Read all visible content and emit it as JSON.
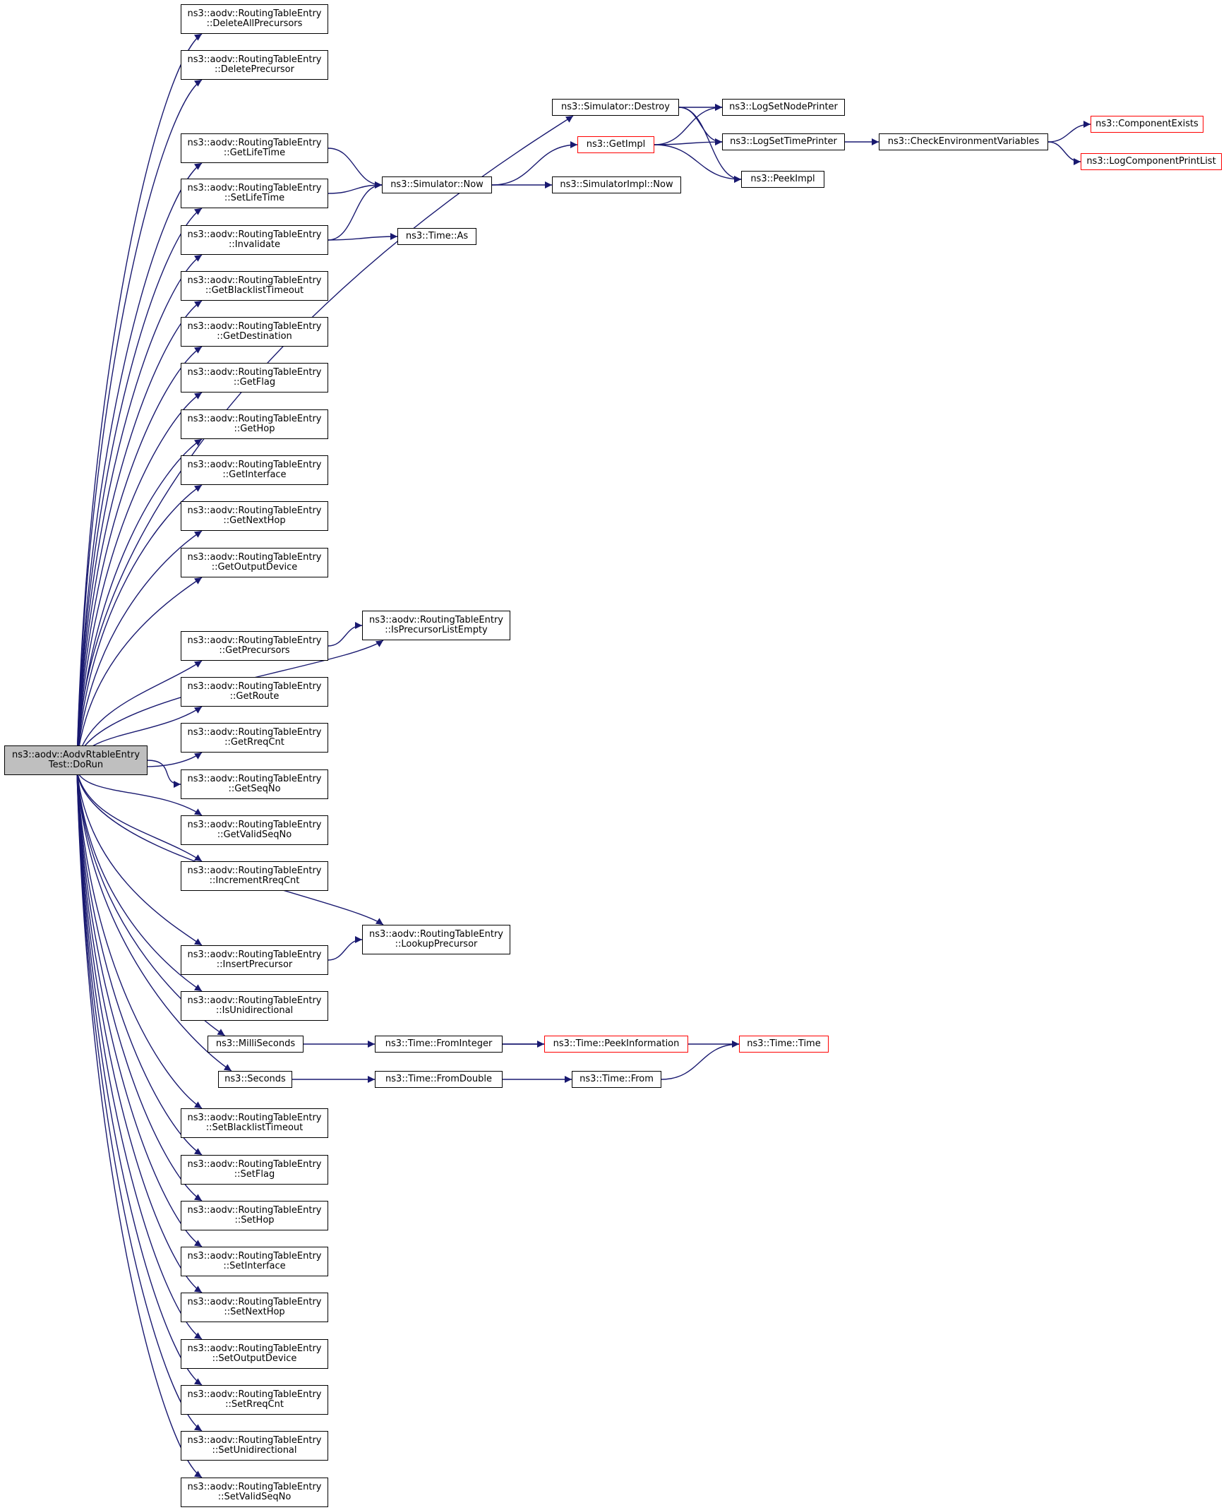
{
  "colors": {
    "edge": "#191970",
    "root_fill": "#bfbfbf",
    "truncated_border": "#ff0000",
    "border": "#000000"
  },
  "nodes": {
    "root": {
      "lines": [
        "ns3::aodv::AodvRtableEntry",
        "Test::DoRun"
      ],
      "style": "root"
    },
    "delAll": {
      "lines": [
        "ns3::aodv::RoutingTableEntry",
        "::DeleteAllPrecursors"
      ]
    },
    "delPre": {
      "lines": [
        "ns3::aodv::RoutingTableEntry",
        "::DeletePrecursor"
      ]
    },
    "simDestroy": {
      "lines": [
        "ns3::Simulator::Destroy"
      ]
    },
    "getLife": {
      "lines": [
        "ns3::aodv::RoutingTableEntry",
        "::GetLifeTime"
      ]
    },
    "setLife": {
      "lines": [
        "ns3::aodv::RoutingTableEntry",
        "::SetLifeTime"
      ]
    },
    "invalidate": {
      "lines": [
        "ns3::aodv::RoutingTableEntry",
        "::Invalidate"
      ]
    },
    "simNow": {
      "lines": [
        "ns3::Simulator::Now"
      ]
    },
    "timeAs": {
      "lines": [
        "ns3::Time::As"
      ]
    },
    "getImpl": {
      "lines": [
        "ns3::GetImpl"
      ],
      "style": "truncated"
    },
    "simImplNow": {
      "lines": [
        "ns3::SimulatorImpl::Now"
      ]
    },
    "logNode": {
      "lines": [
        "ns3::LogSetNodePrinter"
      ]
    },
    "logTime": {
      "lines": [
        "ns3::LogSetTimePrinter"
      ]
    },
    "peekImpl": {
      "lines": [
        "ns3::PeekImpl"
      ]
    },
    "checkEnv": {
      "lines": [
        "ns3::CheckEnvironmentVariables"
      ]
    },
    "compExists": {
      "lines": [
        "ns3::ComponentExists"
      ],
      "style": "truncated"
    },
    "logCompList": {
      "lines": [
        "ns3::LogComponentPrintList"
      ],
      "style": "truncated"
    },
    "getBlack": {
      "lines": [
        "ns3::aodv::RoutingTableEntry",
        "::GetBlacklistTimeout"
      ]
    },
    "getDest": {
      "lines": [
        "ns3::aodv::RoutingTableEntry",
        "::GetDestination"
      ]
    },
    "getFlag": {
      "lines": [
        "ns3::aodv::RoutingTableEntry",
        "::GetFlag"
      ]
    },
    "getHop": {
      "lines": [
        "ns3::aodv::RoutingTableEntry",
        "::GetHop"
      ]
    },
    "getIface": {
      "lines": [
        "ns3::aodv::RoutingTableEntry",
        "::GetInterface"
      ]
    },
    "getNext": {
      "lines": [
        "ns3::aodv::RoutingTableEntry",
        "::GetNextHop"
      ]
    },
    "getOut": {
      "lines": [
        "ns3::aodv::RoutingTableEntry",
        "::GetOutputDevice"
      ]
    },
    "isPreEmpty": {
      "lines": [
        "ns3::aodv::RoutingTableEntry",
        "::IsPrecursorListEmpty"
      ]
    },
    "getPre": {
      "lines": [
        "ns3::aodv::RoutingTableEntry",
        "::GetPrecursors"
      ]
    },
    "getRoute": {
      "lines": [
        "ns3::aodv::RoutingTableEntry",
        "::GetRoute"
      ]
    },
    "getRreq": {
      "lines": [
        "ns3::aodv::RoutingTableEntry",
        "::GetRreqCnt"
      ]
    },
    "getSeq": {
      "lines": [
        "ns3::aodv::RoutingTableEntry",
        "::GetSeqNo"
      ]
    },
    "getValidSeq": {
      "lines": [
        "ns3::aodv::RoutingTableEntry",
        "::GetValidSeqNo"
      ]
    },
    "incRreq": {
      "lines": [
        "ns3::aodv::RoutingTableEntry",
        "::IncrementRreqCnt"
      ]
    },
    "lookupPre": {
      "lines": [
        "ns3::aodv::RoutingTableEntry",
        "::LookupPrecursor"
      ]
    },
    "insertPre": {
      "lines": [
        "ns3::aodv::RoutingTableEntry",
        "::InsertPrecursor"
      ]
    },
    "isUni": {
      "lines": [
        "ns3::aodv::RoutingTableEntry",
        "::IsUnidirectional"
      ]
    },
    "milli": {
      "lines": [
        "ns3::MilliSeconds"
      ]
    },
    "fromInt": {
      "lines": [
        "ns3::Time::FromInteger"
      ]
    },
    "peekInfo": {
      "lines": [
        "ns3::Time::PeekInformation"
      ],
      "style": "truncated"
    },
    "timeTime": {
      "lines": [
        "ns3::Time::Time"
      ],
      "style": "truncated"
    },
    "seconds": {
      "lines": [
        "ns3::Seconds"
      ]
    },
    "fromDbl": {
      "lines": [
        "ns3::Time::FromDouble"
      ]
    },
    "timeFrom": {
      "lines": [
        "ns3::Time::From"
      ]
    },
    "setBlack": {
      "lines": [
        "ns3::aodv::RoutingTableEntry",
        "::SetBlacklistTimeout"
      ]
    },
    "setFlag": {
      "lines": [
        "ns3::aodv::RoutingTableEntry",
        "::SetFlag"
      ]
    },
    "setHop": {
      "lines": [
        "ns3::aodv::RoutingTableEntry",
        "::SetHop"
      ]
    },
    "setIface": {
      "lines": [
        "ns3::aodv::RoutingTableEntry",
        "::SetInterface"
      ]
    },
    "setNext": {
      "lines": [
        "ns3::aodv::RoutingTableEntry",
        "::SetNextHop"
      ]
    },
    "setOut": {
      "lines": [
        "ns3::aodv::RoutingTableEntry",
        "::SetOutputDevice"
      ]
    },
    "setRreq": {
      "lines": [
        "ns3::aodv::RoutingTableEntry",
        "::SetRreqCnt"
      ]
    },
    "setUni": {
      "lines": [
        "ns3::aodv::RoutingTableEntry",
        "::SetUnidirectional"
      ]
    },
    "setValidSeq": {
      "lines": [
        "ns3::aodv::RoutingTableEntry",
        "::SetValidSeqNo"
      ]
    }
  },
  "edges": [
    [
      "root",
      "delAll"
    ],
    [
      "root",
      "delPre"
    ],
    [
      "root",
      "simDestroy"
    ],
    [
      "root",
      "getLife"
    ],
    [
      "root",
      "setLife"
    ],
    [
      "root",
      "invalidate"
    ],
    [
      "root",
      "getBlack"
    ],
    [
      "root",
      "getDest"
    ],
    [
      "root",
      "getFlag"
    ],
    [
      "root",
      "getHop"
    ],
    [
      "root",
      "getIface"
    ],
    [
      "root",
      "getNext"
    ],
    [
      "root",
      "getOut"
    ],
    [
      "root",
      "isPreEmpty"
    ],
    [
      "root",
      "getPre"
    ],
    [
      "root",
      "getRoute"
    ],
    [
      "root",
      "getRreq"
    ],
    [
      "root",
      "getSeq"
    ],
    [
      "root",
      "getValidSeq"
    ],
    [
      "root",
      "incRreq"
    ],
    [
      "root",
      "lookupPre"
    ],
    [
      "root",
      "insertPre"
    ],
    [
      "root",
      "isUni"
    ],
    [
      "root",
      "milli"
    ],
    [
      "root",
      "seconds"
    ],
    [
      "root",
      "setBlack"
    ],
    [
      "root",
      "setFlag"
    ],
    [
      "root",
      "setHop"
    ],
    [
      "root",
      "setIface"
    ],
    [
      "root",
      "setNext"
    ],
    [
      "root",
      "setOut"
    ],
    [
      "root",
      "setRreq"
    ],
    [
      "root",
      "setUni"
    ],
    [
      "root",
      "setValidSeq"
    ],
    [
      "simDestroy",
      "logNode"
    ],
    [
      "simDestroy",
      "logTime"
    ],
    [
      "simDestroy",
      "peekImpl"
    ],
    [
      "getLife",
      "simNow"
    ],
    [
      "setLife",
      "simNow"
    ],
    [
      "invalidate",
      "simNow"
    ],
    [
      "invalidate",
      "timeAs"
    ],
    [
      "simNow",
      "getImpl"
    ],
    [
      "simNow",
      "simImplNow"
    ],
    [
      "getImpl",
      "logNode"
    ],
    [
      "getImpl",
      "logTime"
    ],
    [
      "getImpl",
      "peekImpl"
    ],
    [
      "logTime",
      "checkEnv"
    ],
    [
      "checkEnv",
      "compExists"
    ],
    [
      "checkEnv",
      "logCompList"
    ],
    [
      "getPre",
      "isPreEmpty"
    ],
    [
      "insertPre",
      "lookupPre"
    ],
    [
      "milli",
      "fromInt"
    ],
    [
      "fromInt",
      "peekInfo"
    ],
    [
      "fromInt",
      "timeTime"
    ],
    [
      "seconds",
      "fromDbl"
    ],
    [
      "fromDbl",
      "timeFrom"
    ],
    [
      "timeFrom",
      "timeTime"
    ]
  ]
}
